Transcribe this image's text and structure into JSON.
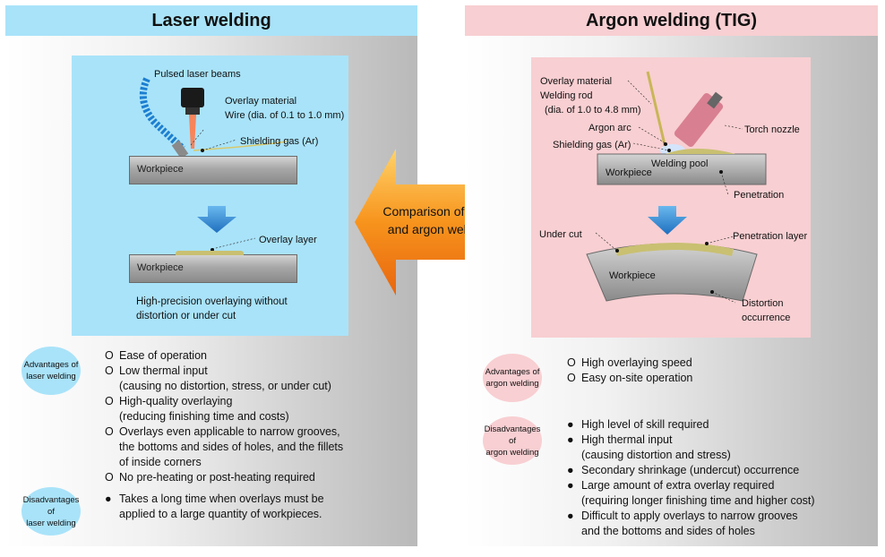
{
  "laser": {
    "title": "Laser welding",
    "labels": {
      "pulsed": "Pulsed laser beams",
      "overlay_material": "Overlay material",
      "wire": "Wire (dia. of 0.1 to 1.0 mm)",
      "shielding": "Shielding gas (Ar)",
      "workpiece": "Workpiece",
      "overlay_layer": "Overlay layer",
      "caption1": "High-precision overlaying without",
      "caption2": "distortion or under cut"
    },
    "adv_label": [
      "Advantages of",
      "laser welding"
    ],
    "advantages": [
      {
        "text": "Ease of operation",
        "sub": []
      },
      {
        "text": "Low thermal input",
        "sub": [
          "(causing no distortion, stress, or under cut)"
        ]
      },
      {
        "text": "High-quality overlaying",
        "sub": [
          "(reducing finishing time and costs)"
        ]
      },
      {
        "text": "Overlays even applicable to narrow grooves,",
        "sub": [
          "the bottoms and sides of holes, and the fillets",
          "of inside corners"
        ]
      },
      {
        "text": "No pre-heating or post-heating required",
        "sub": []
      }
    ],
    "dis_label": [
      "Disadvantages of",
      "laser welding"
    ],
    "disadvantages": [
      {
        "text": "Takes a long time when overlays must be",
        "sub": [
          "applied to a large quantity of workpieces."
        ]
      }
    ]
  },
  "argon": {
    "title": "Argon welding (TIG)",
    "labels": {
      "overlay_material": "Overlay material",
      "welding_rod": "Welding rod",
      "dia": "(dia. of 1.0 to 4.8 mm)",
      "argon_arc": "Argon arc",
      "shielding": "Shielding gas (Ar)",
      "torch": "Torch nozzle",
      "pool": "Welding pool",
      "workpiece": "Workpiece",
      "penetration": "Penetration",
      "under_cut": "Under cut",
      "pen_layer": "Penetration layer",
      "workpiece2": "Workpiece",
      "distortion1": "Distortion",
      "distortion2": "occurrence"
    },
    "adv_label": [
      "Advantages of",
      "argon welding"
    ],
    "advantages": [
      {
        "text": "High overlaying speed",
        "sub": []
      },
      {
        "text": "Easy on-site operation",
        "sub": []
      }
    ],
    "dis_label": [
      "Disadvantages of",
      "argon welding"
    ],
    "disadvantages": [
      {
        "text": "High level of skill required",
        "sub": []
      },
      {
        "text": "High thermal input",
        "sub": [
          "(causing distortion and stress)"
        ]
      },
      {
        "text": "Secondary shrinkage (undercut) occurrence",
        "sub": []
      },
      {
        "text": "Large amount of extra overlay required",
        "sub": [
          "(requiring longer finishing time and higher cost)"
        ]
      },
      {
        "text": "Difficult to apply overlays to narrow grooves",
        "sub": [
          "and the bottoms and sides of holes"
        ]
      }
    ]
  },
  "center": {
    "line1": "Comparison of laser",
    "line2": "and argon welding"
  },
  "bullets": {
    "advantage": "O",
    "disadvantage": "●"
  },
  "colors": {
    "laser_accent": "#a9e3f9",
    "argon_accent": "#f8cfd2",
    "arrow_orange": "#f7941d",
    "down_arrow_blue": "#2a8fd6"
  }
}
